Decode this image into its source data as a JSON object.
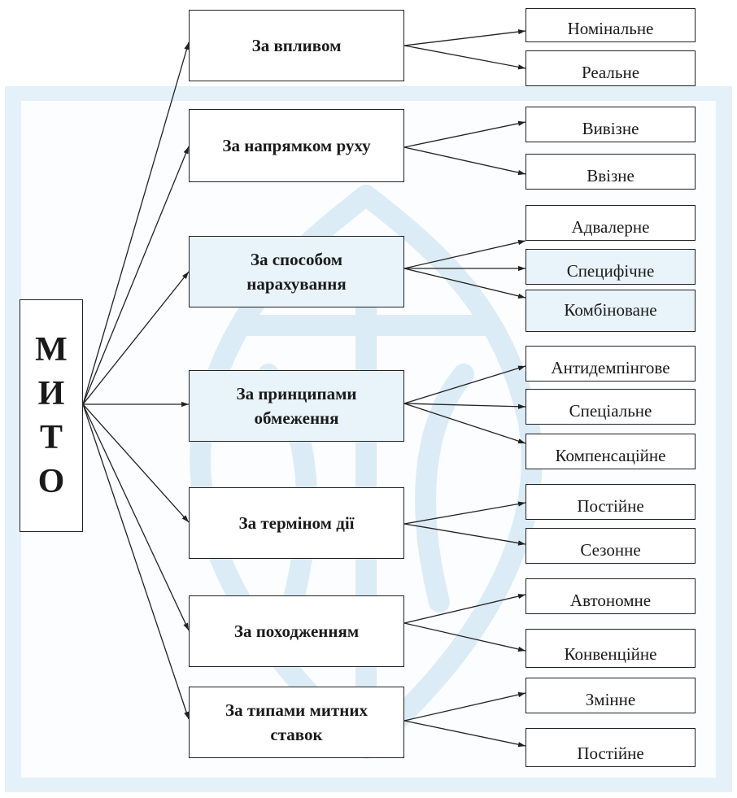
{
  "root": {
    "letters": [
      "М",
      "И",
      "Т",
      "О"
    ]
  },
  "categories": [
    {
      "label": "За впливом",
      "children": [
        "Номінальне",
        "Реальне"
      ]
    },
    {
      "label": "За напрямком руху",
      "children": [
        "Вивізне",
        "Ввізне"
      ]
    },
    {
      "label": "За способом нарахування",
      "children": [
        "Адвалерне",
        "Специфічне",
        "Комбіноване"
      ]
    },
    {
      "label": "За принципами обмеження",
      "children": [
        "Антидемпінгове",
        "Спеціальне",
        "Компенсаційне"
      ]
    },
    {
      "label": "За терміном дії",
      "children": [
        "Постійне",
        "Сезонне"
      ]
    },
    {
      "label": "За походженням",
      "children": [
        "Автономне",
        "Конвенційне"
      ]
    },
    {
      "label": "За типами митних ставок",
      "children": [
        "Змінне",
        "Постійне"
      ]
    }
  ],
  "colors": {
    "line": "#222222",
    "frame": "#e4f1f9",
    "tint": "#e8f3fa",
    "watermark": "#dcecf6"
  }
}
